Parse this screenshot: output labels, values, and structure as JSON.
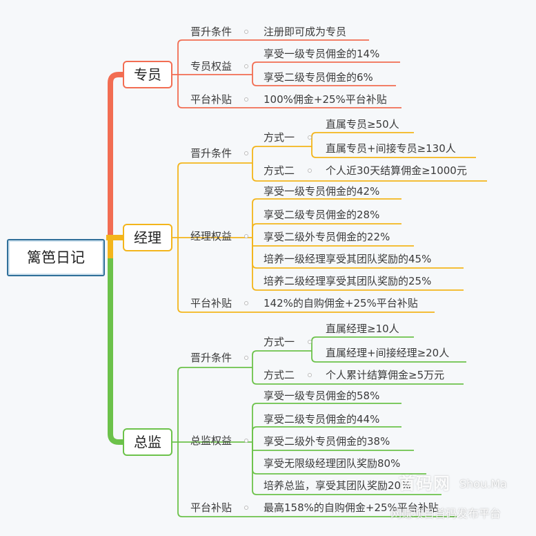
{
  "root": {
    "label": "篱笆日记"
  },
  "colors": {
    "zhuanyuan": "#f26d52",
    "jingli": "#f3b51b",
    "zongjian": "#6cc24a",
    "root_border": "#2f6f99"
  },
  "zhuanyuan": {
    "label": "专员",
    "jinsheng": {
      "label": "晋升条件",
      "value": "注册即可成为专员"
    },
    "quanyi": {
      "label": "专员权益",
      "items": [
        "享受一级专员佣金的14%",
        "享受二级专员佣金的6%"
      ]
    },
    "butie": {
      "label": "平台补贴",
      "value": "100%佣金+25%平台补贴"
    }
  },
  "jingli": {
    "label": "经理",
    "jinsheng": {
      "label": "晋升条件",
      "fangshi1": {
        "label": "方式一",
        "items": [
          "直属专员≥50人",
          "直属专员+间接专员≥130人"
        ]
      },
      "fangshi2": {
        "label": "方式二",
        "value": "个人近30天结算佣金≥1000元"
      }
    },
    "quanyi": {
      "label": "经理权益",
      "items": [
        "享受一级专员佣金的42%",
        "享受二级专员佣金的28%",
        "享受二级外专员佣金的22%",
        "培养一级经理享受其团队奖励的45%",
        "培养二级经理享受其团队奖励的25%"
      ]
    },
    "butie": {
      "label": "平台补贴",
      "value": "142%的自购佣金+25%平台补贴"
    }
  },
  "zongjian": {
    "label": "总监",
    "jinsheng": {
      "label": "晋升条件",
      "fangshi1": {
        "label": "方式一",
        "items": [
          "直属经理≥10人",
          "直属经理+间接经理≥20人"
        ]
      },
      "fangshi2": {
        "label": "方式二",
        "value": "个人累计结算佣金≥5万元"
      }
    },
    "quanyi": {
      "label": "总监权益",
      "items": [
        "享受一级专员佣金的58%",
        "享受二级专员佣金的44%",
        "享受二级外专员佣金的38%",
        "享受无限级经理团队奖励80%",
        "培养总监，享受其团队奖励20%"
      ]
    },
    "butie": {
      "label": "平台补贴",
      "value": "最高158%的自购佣金+25%平台补贴"
    }
  },
  "watermark": {
    "logo": "首码网",
    "site": "Shou.Ma",
    "slogan": "网赚项目首码发布平台"
  }
}
